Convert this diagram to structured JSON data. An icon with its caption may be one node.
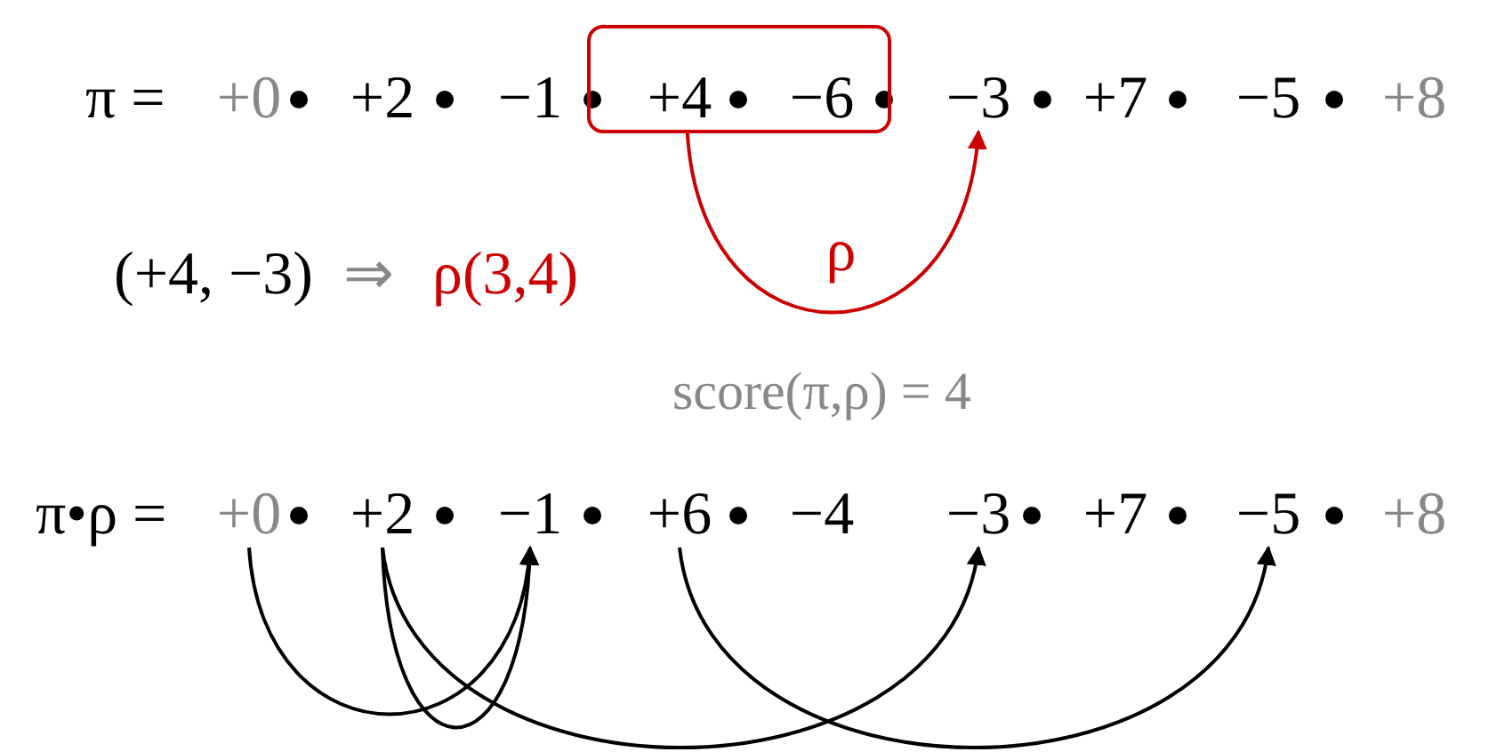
{
  "diagram": {
    "nodes": [
      {
        "text": [
          "+0"
        ]
      },
      {
        "text": [
          "+2"
        ]
      },
      {
        "text": [
          "−1"
        ]
      },
      {
        "text": [],
        "shape": "box"
      },
      {
        "text": [
          "+4"
        ],
        "in": 3
      },
      {
        "text": [
          "−6"
        ],
        "in": 3
      },
      {
        "text": [
          "−3"
        ]
      },
      {
        "text": [
          "+7"
        ]
      },
      {
        "text": [
          "−5"
        ]
      },
      {
        "text": [
          "+8"
        ]
      },
      {
        "text": [
          "+0"
        ]
      },
      {
        "text": [
          "+2"
        ]
      },
      {
        "text": [
          "−1"
        ]
      },
      {
        "text": [
          "+6"
        ]
      },
      {
        "text": [
          "−4"
        ]
      },
      {
        "text": [
          "−3"
        ]
      },
      {
        "text": [
          "+7"
        ]
      },
      {
        "text": [
          "−5"
        ]
      },
      {
        "text": [
          "+8"
        ]
      }
    ],
    "edges": [
      {
        "from": 3,
        "to": 6,
        "arrow": "to",
        "label": "ρ",
        "color": "#cc0000"
      },
      {
        "from": 10,
        "to": 12,
        "arrow": "to"
      },
      {
        "from": 11,
        "to": 12,
        "arrow": "to"
      },
      {
        "from": 11,
        "to": 15,
        "arrow": "to"
      },
      {
        "from": 13,
        "to": 17,
        "arrow": "to"
      }
    ],
    "labels": [
      "π =",
      "(+4, −3)",
      "⇒",
      "ρ(3,4)",
      "score(π,ρ) = 4",
      "π•ρ ="
    ]
  }
}
